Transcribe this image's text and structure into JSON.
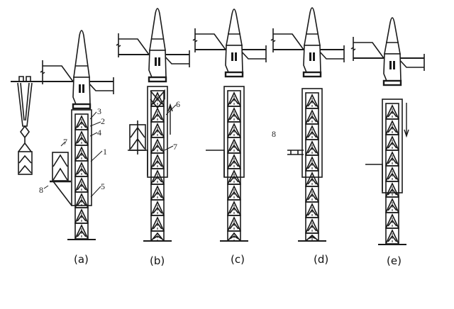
{
  "figure": {
    "panels": [
      {
        "label": "(a)",
        "callouts": [
          "3",
          "2",
          "4",
          "1",
          "5",
          "7",
          "8"
        ]
      },
      {
        "label": "(b)",
        "callouts": [
          "6",
          "7"
        ]
      },
      {
        "label": "(c)",
        "callouts": []
      },
      {
        "label": "(d)",
        "callouts": [
          "8"
        ]
      },
      {
        "label": "(e)",
        "callouts": []
      }
    ],
    "colors": {
      "line": "#1a1a1a",
      "background": "#ffffff"
    }
  }
}
